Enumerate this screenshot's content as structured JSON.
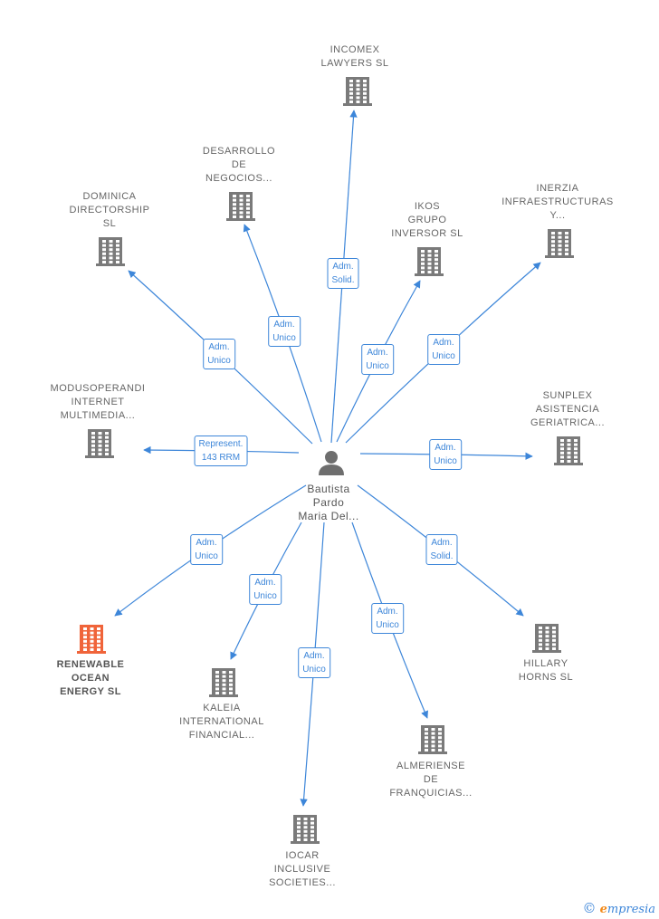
{
  "center": {
    "name_lines": [
      "Bautista",
      "Pardo",
      "Maria Del..."
    ],
    "icon": "person-icon"
  },
  "nodes": [
    {
      "id": "incomex",
      "name_lines": [
        "INCOMEX",
        "LAWYERS  SL"
      ],
      "icon": "building-icon"
    },
    {
      "id": "desarrollo",
      "name_lines": [
        "DESARROLLO",
        "DE",
        "NEGOCIOS..."
      ],
      "icon": "building-icon"
    },
    {
      "id": "dominica",
      "name_lines": [
        "DOMINICA",
        "DIRECTORSHIP",
        "SL"
      ],
      "icon": "building-icon"
    },
    {
      "id": "ikos",
      "name_lines": [
        "IKOS",
        "GRUPO",
        "INVERSOR  SL"
      ],
      "icon": "building-icon"
    },
    {
      "id": "inerzia",
      "name_lines": [
        "INERZIA",
        "INFRAESTRUCTURAS",
        "Y..."
      ],
      "icon": "building-icon"
    },
    {
      "id": "modus",
      "name_lines": [
        "MODUSOPERANDI",
        "INTERNET",
        "MULTIMEDIA..."
      ],
      "icon": "building-icon"
    },
    {
      "id": "sunplex",
      "name_lines": [
        "SUNPLEX",
        "ASISTENCIA",
        "GERIATRICA..."
      ],
      "icon": "building-icon"
    },
    {
      "id": "renewable",
      "name_lines": [
        "RENEWABLE",
        "OCEAN",
        "ENERGY  SL"
      ],
      "icon": "building-icon",
      "highlight": true
    },
    {
      "id": "kaleia",
      "name_lines": [
        "KALEIA",
        "INTERNATIONAL",
        "FINANCIAL..."
      ],
      "icon": "building-icon"
    },
    {
      "id": "iocar",
      "name_lines": [
        "IOCAR",
        "INCLUSIVE",
        "SOCIETIES..."
      ],
      "icon": "building-icon"
    },
    {
      "id": "almeriense",
      "name_lines": [
        "ALMERIENSE",
        "DE",
        "FRANQUICIAS..."
      ],
      "icon": "building-icon"
    },
    {
      "id": "hillary",
      "name_lines": [
        "HILLARY",
        "HORNS  SL"
      ],
      "icon": "building-icon"
    }
  ],
  "edges": [
    {
      "to": "incomex",
      "label_lines": [
        "Adm.",
        "Solid."
      ]
    },
    {
      "to": "desarrollo",
      "label_lines": [
        "Adm.",
        "Unico"
      ]
    },
    {
      "to": "dominica",
      "label_lines": [
        "Adm.",
        "Unico"
      ]
    },
    {
      "to": "ikos",
      "label_lines": [
        "Adm.",
        "Unico"
      ]
    },
    {
      "to": "inerzia",
      "label_lines": [
        "Adm.",
        "Unico"
      ]
    },
    {
      "to": "modus",
      "label_lines": [
        "Represent.",
        "143 RRM"
      ]
    },
    {
      "to": "sunplex",
      "label_lines": [
        "Adm.",
        "Unico"
      ]
    },
    {
      "to": "renewable",
      "label_lines": [
        "Adm.",
        "Unico"
      ]
    },
    {
      "to": "kaleia",
      "label_lines": [
        "Adm.",
        "Unico"
      ]
    },
    {
      "to": "iocar",
      "label_lines": [
        "Adm.",
        "Unico"
      ]
    },
    {
      "to": "almeriense",
      "label_lines": [
        "Adm.",
        "Unico"
      ]
    },
    {
      "to": "hillary",
      "label_lines": [
        "Adm.",
        "Solid."
      ]
    }
  ],
  "colors": {
    "edge": "#3d86d9",
    "building": "#7a7a7a",
    "building_highlight": "#f0643a",
    "person": "#6e6e6e",
    "label": "#666666"
  },
  "brand": {
    "copyright": "©",
    "initial": "e",
    "rest": "mpresia"
  }
}
